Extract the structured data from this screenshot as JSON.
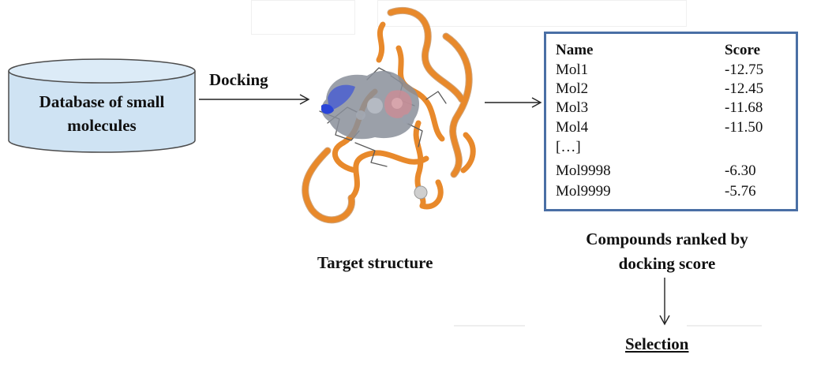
{
  "database": {
    "label_line1": "Database of small",
    "label_line2": "molecules",
    "fill_color": "#cfe3f3"
  },
  "docking_label": "Docking",
  "target_label": "Target structure",
  "table": {
    "header_name": "Name",
    "header_score": "Score",
    "rows": [
      {
        "name": "Mol1",
        "score": "-12.75"
      },
      {
        "name": "Mol2",
        "score": "-12.45"
      },
      {
        "name": "Mol3",
        "score": "-11.68"
      },
      {
        "name": "Mol4",
        "score": "-11.50"
      },
      {
        "name": "[…]",
        "score": ""
      },
      {
        "name": "Mol9998",
        "score": "-6.30"
      },
      {
        "name": "Mol9999",
        "score": "-5.76"
      }
    ],
    "border_color": "#4a6fa5"
  },
  "ranked_label_line1": "Compounds ranked by",
  "ranked_label_line2": "docking score",
  "selection_label": "Selection",
  "colors": {
    "protein_ribbon": "#e8892b",
    "protein_surface": "#8a8f9a"
  }
}
